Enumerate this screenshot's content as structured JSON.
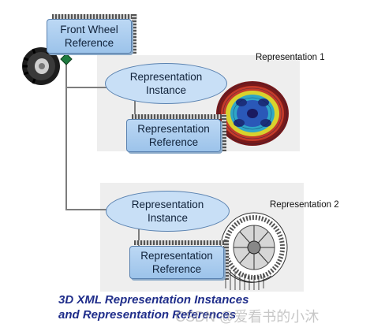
{
  "diagram": {
    "root_reference": {
      "label_line1": "Front Wheel",
      "label_line2": "Reference",
      "image": "tire-icon"
    },
    "representation_1": {
      "name": "Representation 1",
      "instance": {
        "label_line1": "Representation",
        "label_line2": "Instance"
      },
      "reference": {
        "label_line1": "Representation",
        "label_line2": "Reference"
      },
      "image": "colored-wheel-mesh-icon"
    },
    "representation_2": {
      "name": "Representation 2",
      "instance": {
        "label_line1": "Representation",
        "label_line2": "Instance"
      },
      "reference": {
        "label_line1": "Representation",
        "label_line2": "Reference"
      },
      "image": "wireframe-wheel-icon"
    },
    "caption_line1": "3D XML Representation Instances",
    "caption_line2": "and Representation References",
    "watermark": "CSDN @爱看书的小沐"
  },
  "colors": {
    "box_fill": "#a9cbef",
    "box_border": "#5a82b0",
    "caption": "#1f2d8a",
    "connector": "#1e7a3e"
  }
}
